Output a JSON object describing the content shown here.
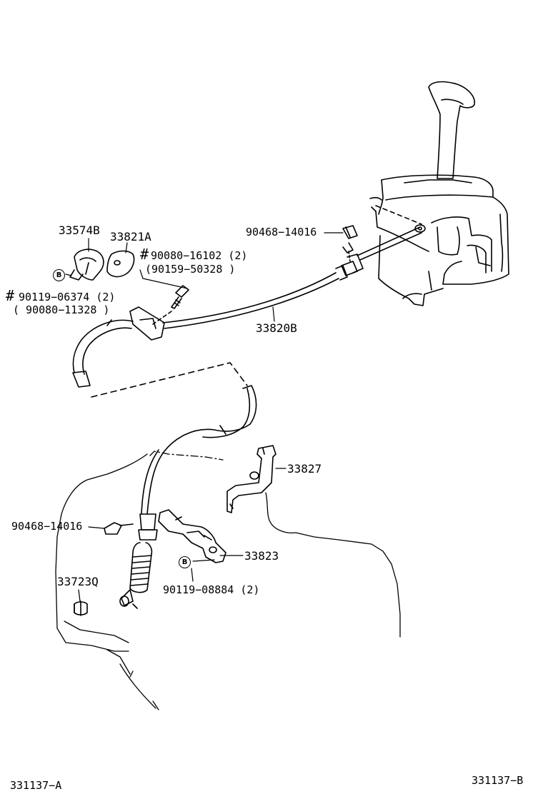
{
  "parts": {
    "p33574B": "33574B",
    "p33821A": "33821A",
    "p90080_16102": "90080−16102 (2)",
    "p90159_50328": "(90159−50328 )",
    "p90119_06374": "90119−06374 (2)",
    "p90080_11328": "( 90080−11328 )",
    "p90468_top": "90468−14016",
    "p33820B": "33820B",
    "p33827": "33827",
    "p90468_bottom": "90468−14016",
    "p33823": "33823",
    "p90119_08884": "90119−08884 (2)",
    "p33723Q": "33723Q"
  },
  "markers": {
    "hash": "#",
    "bolt_b": "B"
  },
  "footer": {
    "left_id": "331137−A",
    "right_id": "331137−B"
  }
}
